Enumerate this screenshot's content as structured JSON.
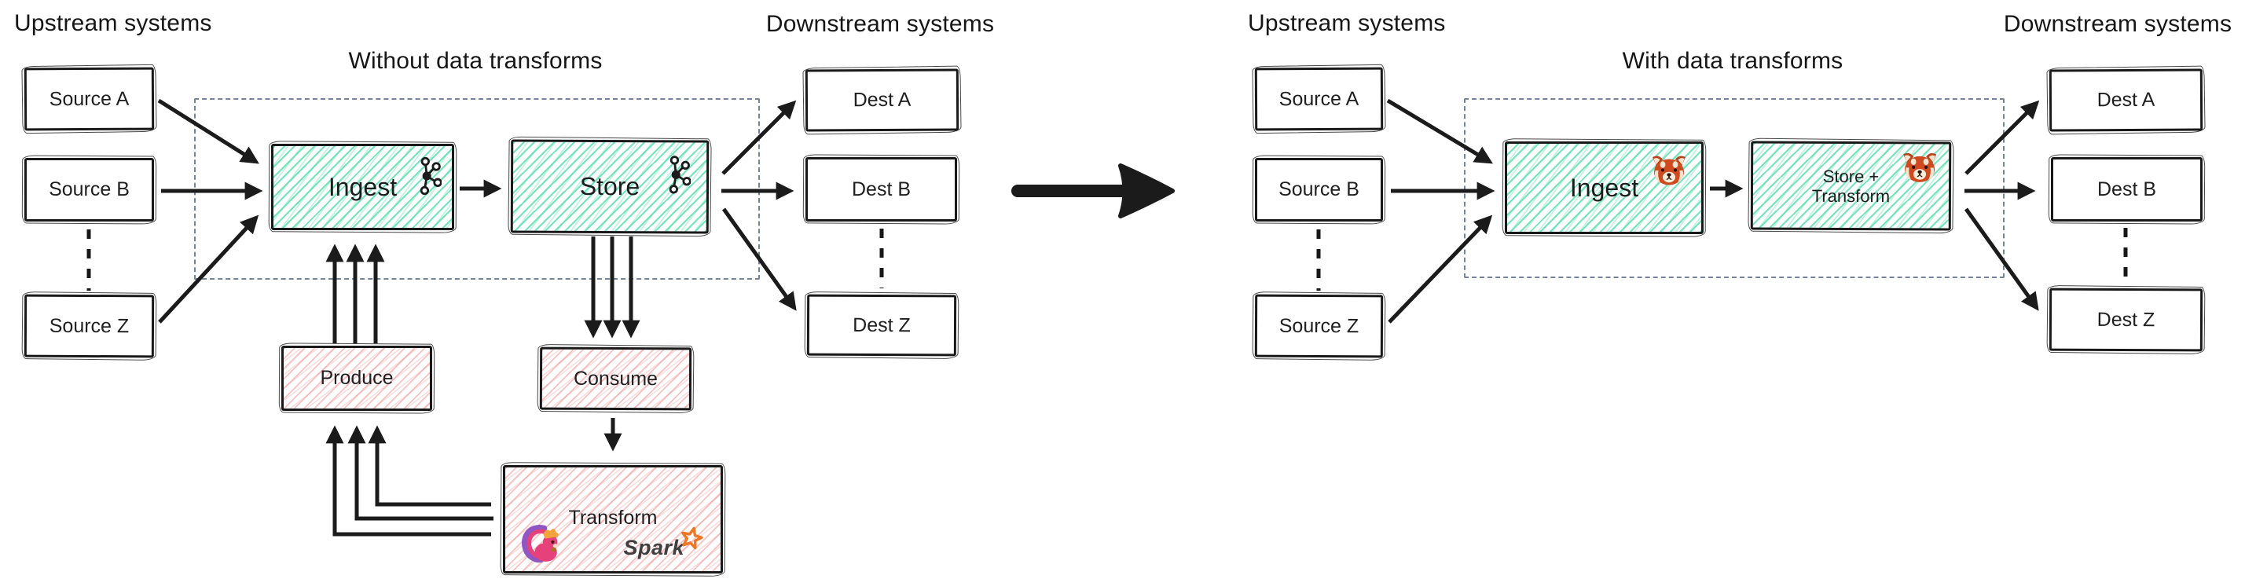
{
  "left_diagram": {
    "upstream_label": "Upstream systems",
    "title": "Without data transforms",
    "downstream_label": "Downstream systems",
    "sources": [
      "Source A",
      "Source B",
      "Source Z"
    ],
    "dests": [
      "Dest A",
      "Dest B",
      "Dest Z"
    ],
    "ingest_label": "Ingest",
    "store_label": "Store",
    "produce_label": "Produce",
    "consume_label": "Consume",
    "transform_label": "Transform",
    "spark_wordmark": "Spark"
  },
  "right_diagram": {
    "upstream_label": "Upstream systems",
    "title": "With data transforms",
    "downstream_label": "Downstream systems",
    "sources": [
      "Source A",
      "Source B",
      "Source Z"
    ],
    "dests": [
      "Dest A",
      "Dest B",
      "Dest Z"
    ],
    "ingest_label": "Ingest",
    "store_transform_line1": "Store +",
    "store_transform_line2": "Transform"
  },
  "icons": {
    "left_ingest": "kafka-logo-icon",
    "left_store": "kafka-logo-icon",
    "left_transform": [
      "flink-squirrel-icon",
      "spark-logo"
    ],
    "right_ingest": "red-panda-icon",
    "right_store_transform": "red-panda-icon",
    "middle": "big-right-arrow"
  },
  "colors": {
    "ink": "#1b1b1b",
    "teal_hatch": "#5edfb0",
    "pink_hatch": "#f08686",
    "dashed_boundary": "#76839b",
    "spark_orange": "#ee7624",
    "flink_pink": "#e6417a",
    "flink_purple": "#8f56c4",
    "flink_crest_orange": "#f2a33c",
    "red_panda_orange": "#cf4a1f"
  }
}
